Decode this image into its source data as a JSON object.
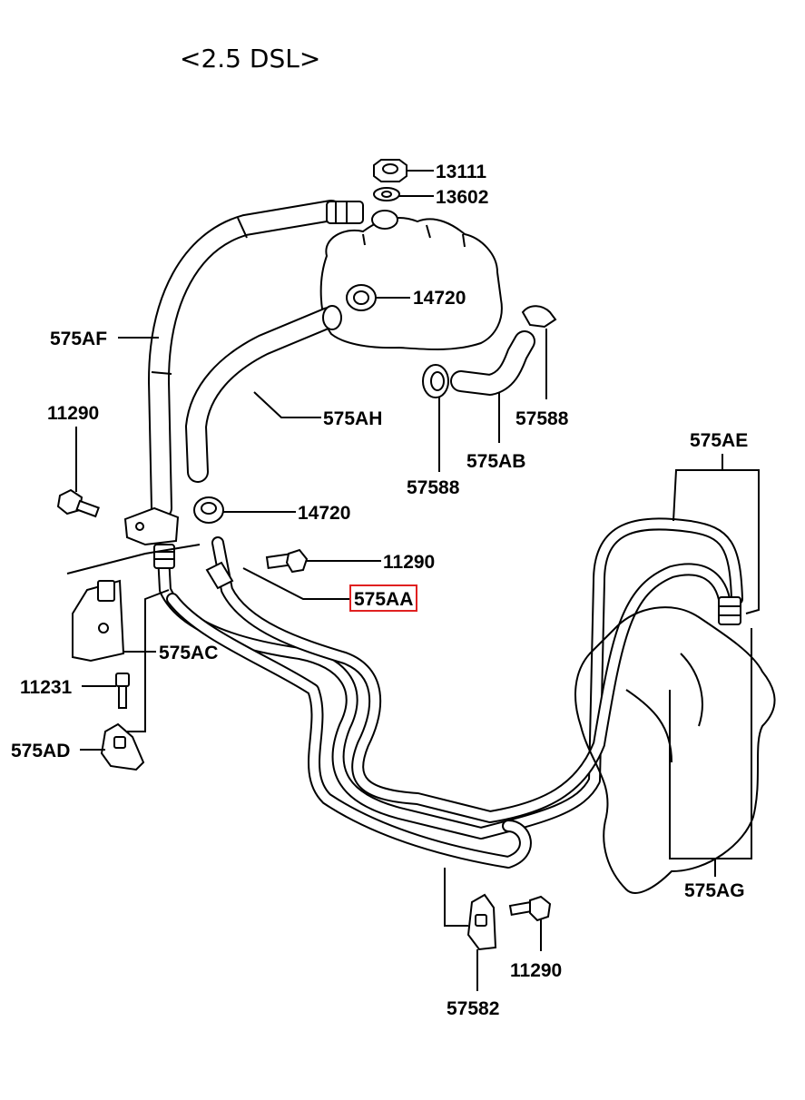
{
  "title": "<2.5 DSL>",
  "labels": {
    "nut": "13111",
    "washer": "13602",
    "clamp_top": "14720",
    "hose_af": "575AF",
    "bolt_left": "11290",
    "hose_ah": "575AH",
    "clamp_mid": "14720",
    "bolt_mid": "11290",
    "pipe_aa": "575AA",
    "bracket_ac": "575AC",
    "bolt_11231": "11231",
    "bracket_ad": "575AD",
    "clamp_57588_left": "57588",
    "hose_ab": "575AB",
    "clamp_57588_right": "57588",
    "pipe_ae": "575AE",
    "pipe_ag": "575AG",
    "bracket_57582": "57582",
    "bolt_bottom": "11290"
  },
  "highlighted_label": "575AA"
}
